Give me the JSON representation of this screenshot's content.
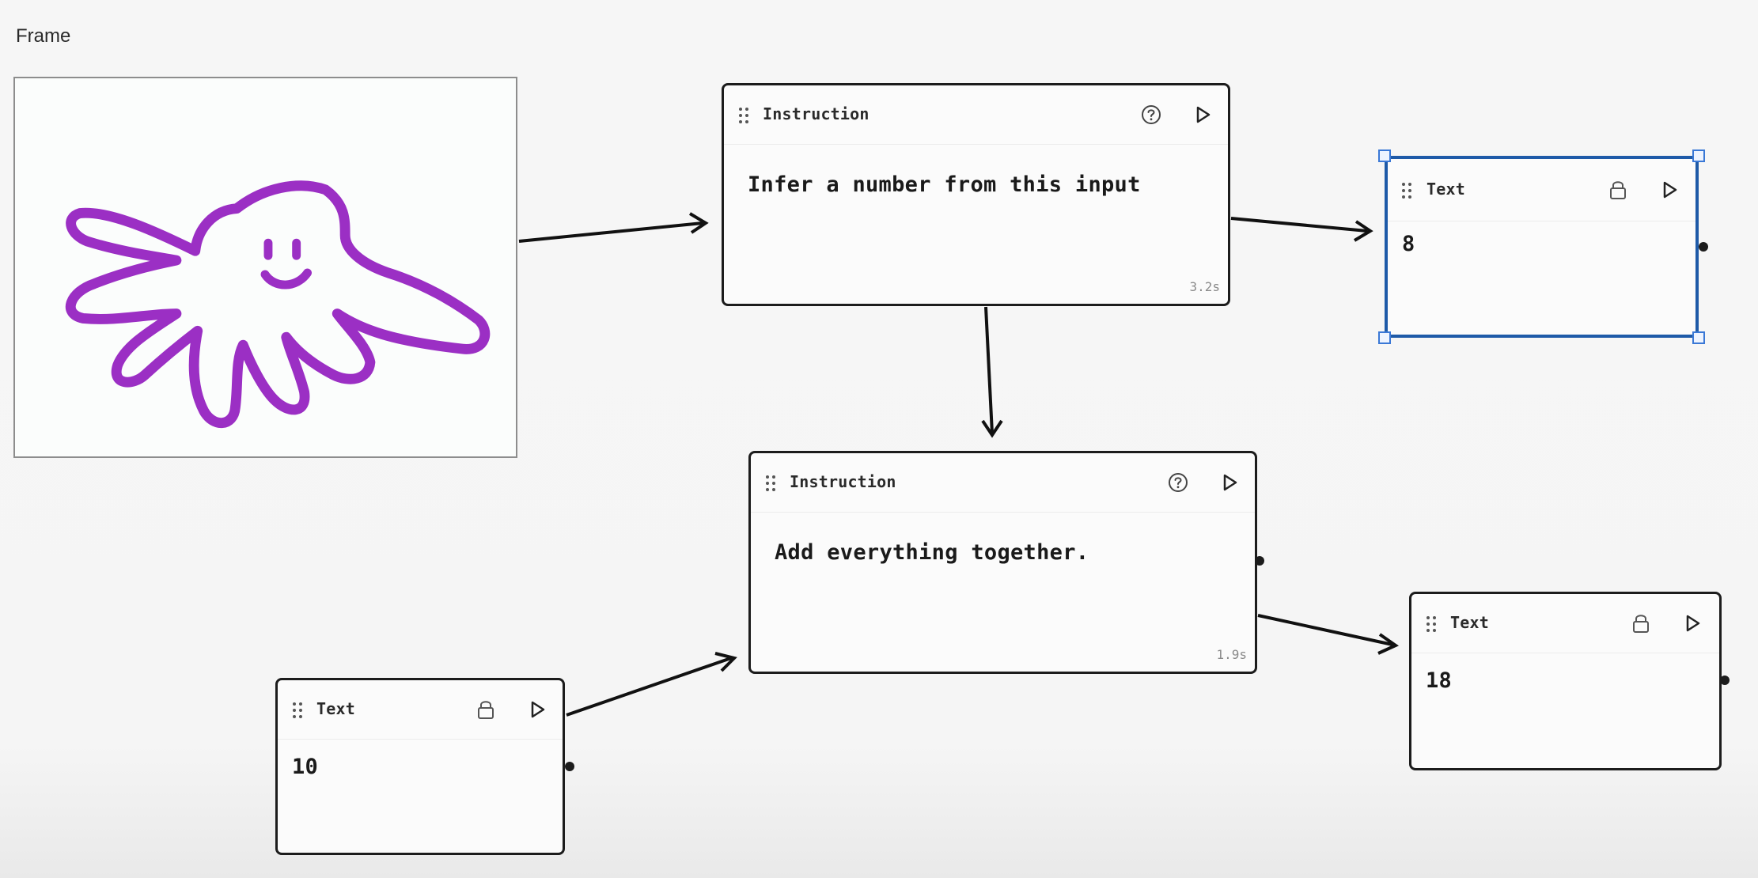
{
  "frame": {
    "label": "Frame",
    "drawing_color": "#9b2fc4"
  },
  "nodes": {
    "instruction_top": {
      "title": "Instruction",
      "body": "Infer a number from this input",
      "timing": "3.2s"
    },
    "text_top": {
      "title": "Text",
      "body": "8"
    },
    "instruction_bottom": {
      "title": "Instruction",
      "body": "Add everything together.",
      "timing": "1.9s"
    },
    "text_left": {
      "title": "Text",
      "body": "10"
    },
    "text_right": {
      "title": "Text",
      "body": "18"
    }
  },
  "icons": {
    "drag": "drag-handle-icon",
    "help": "help-circle-icon",
    "run": "play-icon",
    "lock": "lock-icon"
  },
  "colors": {
    "selection": "#1e5aa8",
    "node_border": "#1c1c1c",
    "drawing": "#9b2fc4"
  }
}
